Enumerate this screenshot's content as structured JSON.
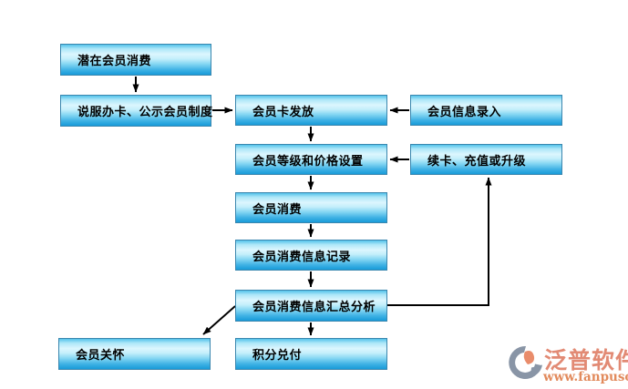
{
  "nodes": {
    "potential": {
      "label": "潜在会员消费"
    },
    "persuade": {
      "label": "说服办卡、公示会员制度"
    },
    "cardissue": {
      "label": "会员卡发放"
    },
    "infoentry": {
      "label": "会员信息录入"
    },
    "levelprice": {
      "label": "会员等级和价格设置"
    },
    "renew": {
      "label": "续卡、充值或升级"
    },
    "consume": {
      "label": "会员消费"
    },
    "record": {
      "label": "会员消费信息记录"
    },
    "summary": {
      "label": "会员消费信息汇总分析"
    },
    "care": {
      "label": "会员关怀"
    },
    "points": {
      "label": "积分兑付"
    }
  },
  "edges": [
    {
      "from": "potential",
      "to": "persuade"
    },
    {
      "from": "persuade",
      "to": "cardissue"
    },
    {
      "from": "infoentry",
      "to": "cardissue"
    },
    {
      "from": "cardissue",
      "to": "levelprice"
    },
    {
      "from": "renew",
      "to": "levelprice"
    },
    {
      "from": "levelprice",
      "to": "consume"
    },
    {
      "from": "consume",
      "to": "record"
    },
    {
      "from": "record",
      "to": "summary"
    },
    {
      "from": "summary",
      "to": "points"
    },
    {
      "from": "summary",
      "to": "care"
    },
    {
      "from": "summary",
      "to": "renew"
    }
  ],
  "logo": {
    "brand": "泛普软件",
    "website": "www.fanpusoft.com"
  },
  "colors": {
    "node_gradient_top": "#54c3eb",
    "node_gradient_light": "#dcf6fe",
    "node_gradient_bottom": "#189bd9",
    "node_border": "#3a86ae",
    "arrow": "#000000",
    "brand_text": "#e28a74",
    "brand_url": "#e28a5c",
    "logo_gray": "#8995a6",
    "logo_coral": "#e98c6b"
  }
}
